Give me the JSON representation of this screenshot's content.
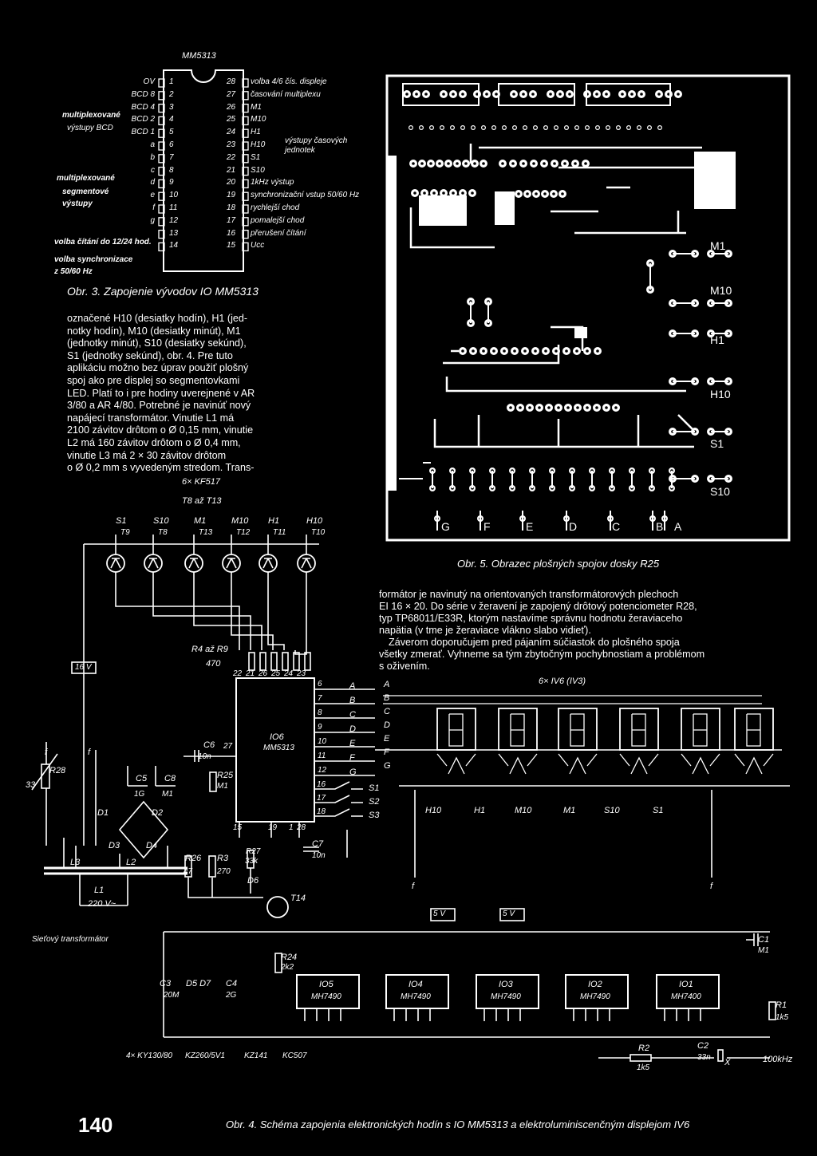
{
  "chip_title": "MM5313",
  "left_pins": [
    {
      "n": "1",
      "name": "OV"
    },
    {
      "n": "2",
      "name": "BCD 8"
    },
    {
      "n": "3",
      "name": "BCD 4"
    },
    {
      "n": "4",
      "name": "BCD 2"
    },
    {
      "n": "5",
      "name": "BCD 1"
    },
    {
      "n": "6",
      "name": "a"
    },
    {
      "n": "7",
      "name": "b"
    },
    {
      "n": "8",
      "name": "c"
    },
    {
      "n": "9",
      "name": "d"
    },
    {
      "n": "10",
      "name": "e"
    },
    {
      "n": "11",
      "name": "f"
    },
    {
      "n": "12",
      "name": "g"
    },
    {
      "n": "13",
      "name": ""
    },
    {
      "n": "14",
      "name": ""
    }
  ],
  "right_pins": [
    {
      "n": "28",
      "name": "volba 4/6 čís. displeje"
    },
    {
      "n": "27",
      "name": "časování multiplexu"
    },
    {
      "n": "26",
      "name": "M1"
    },
    {
      "n": "25",
      "name": "M10"
    },
    {
      "n": "24",
      "name": "H1"
    },
    {
      "n": "23",
      "name": "H10"
    },
    {
      "n": "22",
      "name": "S1"
    },
    {
      "n": "21",
      "name": "S10"
    },
    {
      "n": "20",
      "name": "1kHz výstup"
    },
    {
      "n": "19",
      "name": "synchronizační vstup 50/60 Hz"
    },
    {
      "n": "18",
      "name": "rychlejší chod"
    },
    {
      "n": "17",
      "name": "pomalejší chod"
    },
    {
      "n": "16",
      "name": "přerušení čítání"
    },
    {
      "n": "15",
      "name": "Ucc"
    }
  ],
  "left_groups": {
    "multiplex": "multiplexované",
    "bcd": "výstupy BCD",
    "seg1": "multiplexované",
    "seg2": "segmentové",
    "seg3": "výstupy",
    "volba_citani": "volba čítání do 12/24 hod.",
    "volba_sync1": "volba synchronizace",
    "volba_sync2": "z 50/60 Hz"
  },
  "right_group": {
    "line1": "výstupy časových",
    "line2": "jednotek"
  },
  "fig3_caption": "Obr. 3. Zapojenie vývodov IO MM5313",
  "body_left": [
    "označené H10 (desiatky hodín), H1 (jed-",
    "notky hodín), M10 (desiatky minút), M1",
    "(jednotky minút), S10 (desiatky sekúnd),",
    "S1 (jednotky sekúnd), obr. 4. Pre tuto",
    "aplikáciu možno bez úprav použiť plošný",
    "spoj ako pre displej so segmentovkami",
    "LED. Platí to i pre hodiny uverejnené v AR",
    "3/80 a AR 4/80. Potrebné je navinúť nový",
    "napájecí transformátor. Vinutie L1 má",
    "2100 závitov drôtom o Ø 0,15 mm, vinutie",
    "L2 má 160 závitov drôtom o Ø 0,4 mm,",
    "vinutie L3 má 2 × 30 závitov drôtom",
    "o Ø 0,2 mm s vyvedeným stredom. Trans-"
  ],
  "pcb_labels": [
    "M1",
    "M10",
    "H1",
    "H10",
    "S1",
    "S10"
  ],
  "pcb_bottom": [
    "G",
    "F",
    "E",
    "D",
    "C",
    "B",
    "A"
  ],
  "fig5_caption": "Obr. 5. Obrazec plošných spojov dosky R25",
  "body_right": [
    "formátor je navinutý na orientovaných transformátorových plechoch",
    "EI 16 × 20. Do série v žeravení je zapojený drôtový potenciometer R28,",
    "typ TP68011/E33R, ktorým nastavíme správnu hodnotu žeraviaceho",
    "napätia (v tme je žeraviace vlákno slabo vidieť).",
    "Záverom doporučujem pred pájaním súčiastok do plošného spoja",
    "všetky zmerať. Vyhneme sa tým zbytočným pochybnostiam a problémom",
    "s oživením."
  ],
  "schematic": {
    "transistors_label": "6× KF517",
    "transistors_range": "T8 až T13",
    "digits": [
      {
        "name": "S1",
        "t": "T9"
      },
      {
        "name": "S10",
        "t": "T8"
      },
      {
        "name": "M1",
        "t": "T13"
      },
      {
        "name": "M10",
        "t": "T12"
      },
      {
        "name": "H1",
        "t": "T11"
      },
      {
        "name": "H10",
        "t": "T10"
      }
    ],
    "r4r9": "R4 až R9",
    "r4r9_val": "470",
    "v16": "16 V",
    "chip_name": "IO6",
    "chip_type": "MM5313",
    "top_pins": [
      "22",
      "21",
      "26",
      "25",
      "24",
      "23"
    ],
    "right_pins": [
      "6",
      "7",
      "8",
      "9",
      "10",
      "11",
      "12"
    ],
    "seg_letters": [
      "A",
      "B",
      "C",
      "D",
      "E",
      "F",
      "G"
    ],
    "sw_pins": [
      "16",
      "17",
      "18"
    ],
    "switches": [
      "S1",
      "S2",
      "S3"
    ],
    "bottom_pins": [
      "15",
      "19",
      "1",
      "28"
    ],
    "pin27": "27",
    "c6": "C6",
    "c6v": "10n",
    "r25": "R25",
    "r25v": "M1",
    "r28": "R28",
    "n33": "33",
    "c5": "C5",
    "c5v": "1G",
    "c8": "C8",
    "c8v": "M1",
    "d1": "D1",
    "d2": "D2",
    "d3": "D3",
    "d4": "D4",
    "l3": "L3",
    "l2": "L2",
    "l1": "L1",
    "v220": "220 V~",
    "transformer": "Sieťový transformátor",
    "r26": "R26",
    "r26v": "47",
    "r3": "R3",
    "r3v": "270",
    "r27": "R27",
    "r27v": "33k",
    "d6": "D6",
    "c7": "C7",
    "c7v": "10n",
    "t14": "T14",
    "f_mark": "f",
    "display_label": "6× IV6 (IV3)",
    "disp_units": [
      "H10",
      "H1",
      "M10",
      "M1",
      "S10",
      "S1"
    ],
    "v5a": "5 V",
    "v5b": "5 V",
    "r24": "R24",
    "r24v": "2k2",
    "c3": "C3",
    "c3v": "20M",
    "d5d7": "D5 D7",
    "c4": "C4",
    "c4v": "2G",
    "counters": [
      {
        "n": "IO5",
        "t": "MH7490"
      },
      {
        "n": "IO4",
        "t": "MH7490"
      },
      {
        "n": "IO3",
        "t": "MH7490"
      },
      {
        "n": "IO2",
        "t": "MH7490"
      },
      {
        "n": "IO1",
        "t": "MH7400"
      }
    ],
    "c1": "C1",
    "c1v": "M1",
    "r1": "R1",
    "r1v": "1k5",
    "r2": "R2",
    "r2v": "1k5",
    "c2": "C2",
    "c2v": "33n",
    "x": "X",
    "khz": "100kHz",
    "parts_bottom": [
      "4× KY130/80",
      "KZ260/5V1",
      "KZ141",
      "KC507"
    ]
  },
  "page_number": "140",
  "fig4_caption": "Obr. 4. Schéma zapojenia elektronických hodín s IO MM5313 a elektroluminiscenčným displejom IV6"
}
